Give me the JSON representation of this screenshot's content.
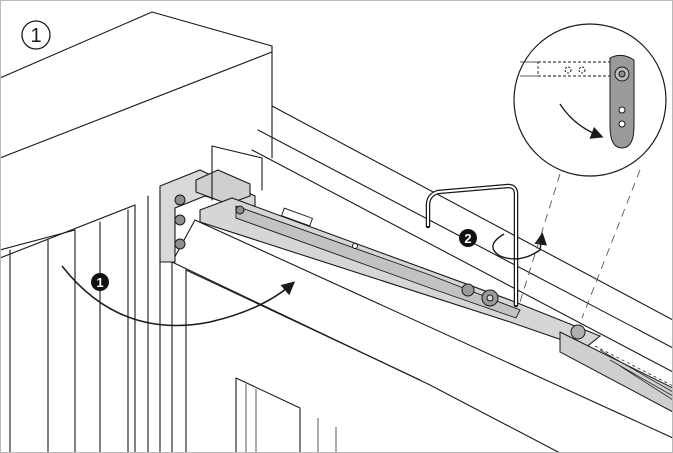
{
  "figure": {
    "step_number": "1",
    "callouts": [
      {
        "id": "1"
      },
      {
        "id": "2"
      }
    ],
    "colors": {
      "background": "#ffffff",
      "line": "#1a1a1a",
      "metal_fill": "#d4d4d4",
      "metal_dark": "#9a9a9a",
      "badge_fill": "#111111",
      "badge_text": "#ffffff",
      "frame_border": "#b9b9b9"
    },
    "icons": [
      "rotate-arrow-icon",
      "turn-arrow-icon",
      "hex-key-icon",
      "magnifier-detail"
    ]
  }
}
